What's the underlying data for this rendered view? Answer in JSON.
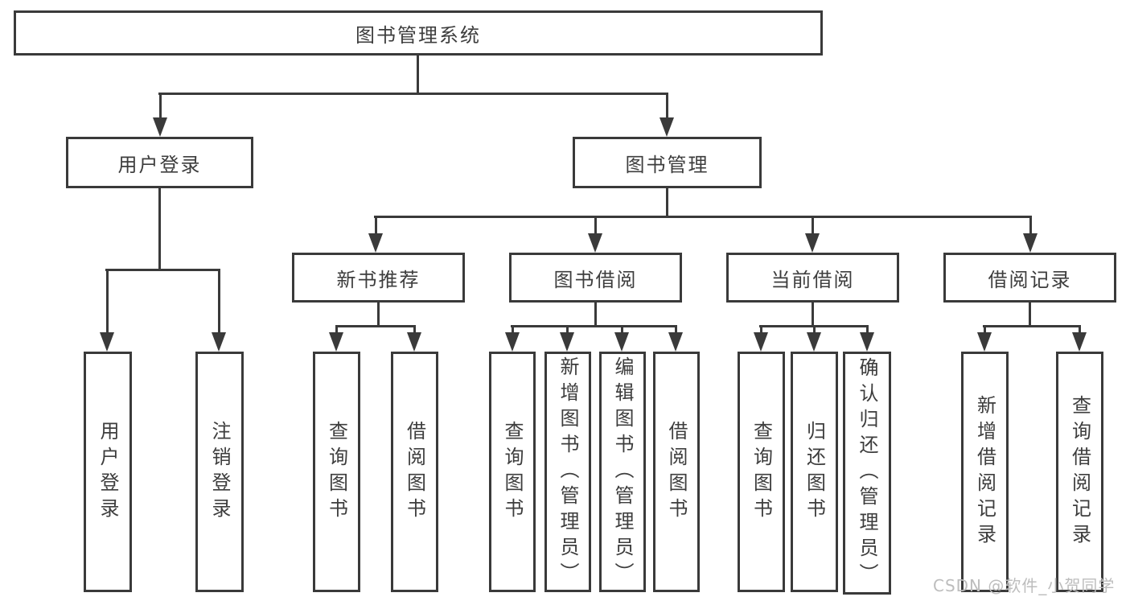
{
  "colors": {
    "line": "#3a3a3a",
    "text": "#3d3d3d",
    "watermark": "#bdbdbd",
    "background": "#ffffff"
  },
  "watermark": "CSDN @软件_小贺同学",
  "nodes": {
    "root": "图书管理系统",
    "user_login": "用户登录",
    "book_mgmt": "图书管理",
    "new_book_rec": "新书推荐",
    "book_borrow": "图书借阅",
    "current_borrow": "当前借阅",
    "borrow_records": "借阅记录",
    "leaf_user_login": "用户登录",
    "leaf_logout": "注销登录",
    "leaf_query_book_1": "查询图书",
    "leaf_borrow_book_1": "借阅图书",
    "leaf_query_book_2": "查询图书",
    "leaf_add_book": "新增图书（管理员）",
    "leaf_edit_book": "编辑图书（管理员）",
    "leaf_borrow_book_2": "借阅图书",
    "leaf_query_book_3": "查询图书",
    "leaf_return_book": "归还图书",
    "leaf_confirm_return": "确认归还（管理员）",
    "leaf_add_record": "新增借阅记录",
    "leaf_query_record": "查询借阅记录"
  },
  "hierarchy": {
    "图书管理系统": {
      "用户登录": [
        "用户登录",
        "注销登录"
      ],
      "图书管理": {
        "新书推荐": [
          "查询图书",
          "借阅图书"
        ],
        "图书借阅": [
          "查询图书",
          "新增图书（管理员）",
          "编辑图书（管理员）",
          "借阅图书"
        ],
        "当前借阅": [
          "查询图书",
          "归还图书",
          "确认归还（管理员）"
        ],
        "借阅记录": [
          "新增借阅记录",
          "查询借阅记录"
        ]
      }
    }
  }
}
